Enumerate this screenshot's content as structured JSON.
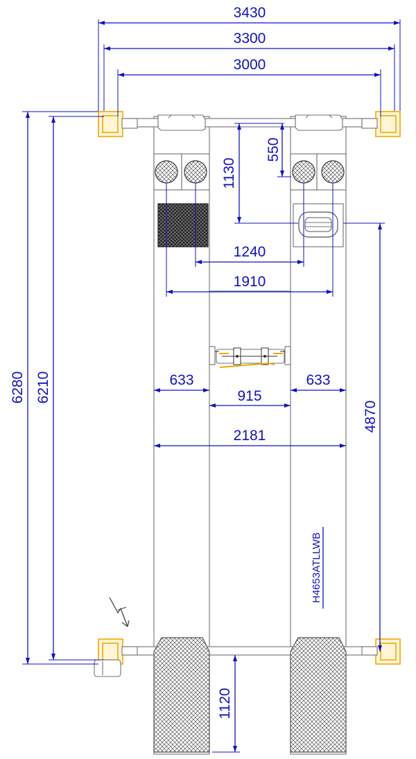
{
  "dimensions": {
    "outer_width_posts": "3430",
    "width_posts": "3300",
    "width_between_posts": "3000",
    "total_length": "6280",
    "length": "6210",
    "crossbar_to_pad": "1130",
    "crossbar_to_wheel": "550",
    "wheel_spacing_inner": "1240",
    "wheel_spacing_outer": "1910",
    "runway_left_width": "633",
    "gap_width": "915",
    "runway_right_width": "633",
    "overall_runway_width": "2181",
    "post_spacing_length": "4870",
    "ramp_length": "1120"
  },
  "model_label": "H4653ATLLWB",
  "colors": {
    "dimension": "#1010c8",
    "post": "#f2a900",
    "outline": "#707070"
  }
}
